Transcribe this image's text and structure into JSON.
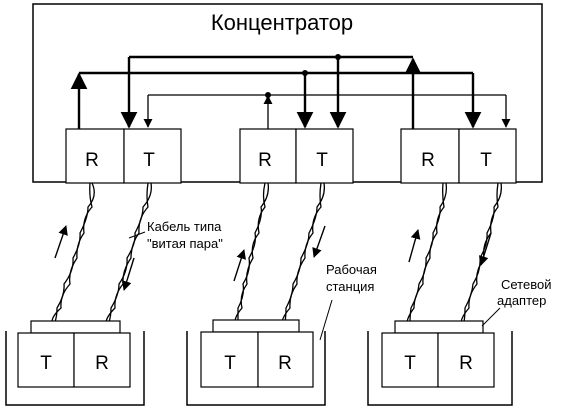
{
  "hub": {
    "title": "Концентратор",
    "ports": [
      {
        "receive": "R",
        "transmit": "T"
      },
      {
        "receive": "R",
        "transmit": "T"
      },
      {
        "receive": "R",
        "transmit": "T"
      }
    ]
  },
  "stations": [
    {
      "transmit": "T",
      "receive": "R"
    },
    {
      "transmit": "T",
      "receive": "R"
    },
    {
      "transmit": "T",
      "receive": "R"
    }
  ],
  "annotations": {
    "cable_line1": "Кабель типа",
    "cable_line2": "\"витая пара\"",
    "workstation_line1": "Рабочая",
    "workstation_line2": "станция",
    "adapter_line1": "Сетевой",
    "adapter_line2": "адаптер"
  },
  "colors": {
    "stroke": "#000000",
    "background": "#ffffff"
  }
}
